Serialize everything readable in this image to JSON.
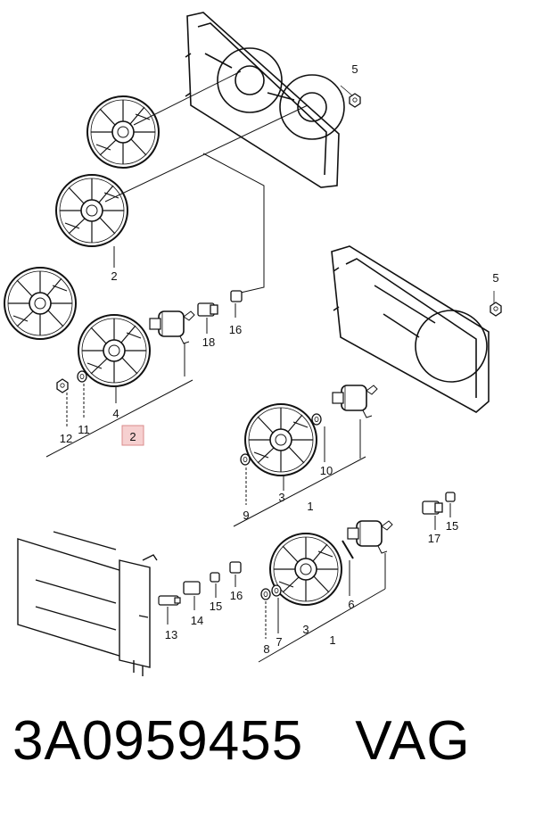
{
  "diagram": {
    "callouts": {
      "c5a": "5",
      "c2a": "2",
      "c18": "18",
      "c16a": "16",
      "c12": "12",
      "c11": "11",
      "c4": "4",
      "c2b": "2",
      "c5b": "5",
      "c10": "10",
      "c9": "9",
      "c3a": "3",
      "c1a": "1",
      "c17": "17",
      "c15a": "15",
      "c6": "6",
      "c13": "13",
      "c14": "14",
      "c15b": "15",
      "c16b": "16",
      "c8": "8",
      "c7": "7",
      "c3b": "3",
      "c1b": "1"
    },
    "highlight_color": "#f6d0d0"
  },
  "footer": {
    "part_number": "3A0959455",
    "brand": "VAG"
  }
}
